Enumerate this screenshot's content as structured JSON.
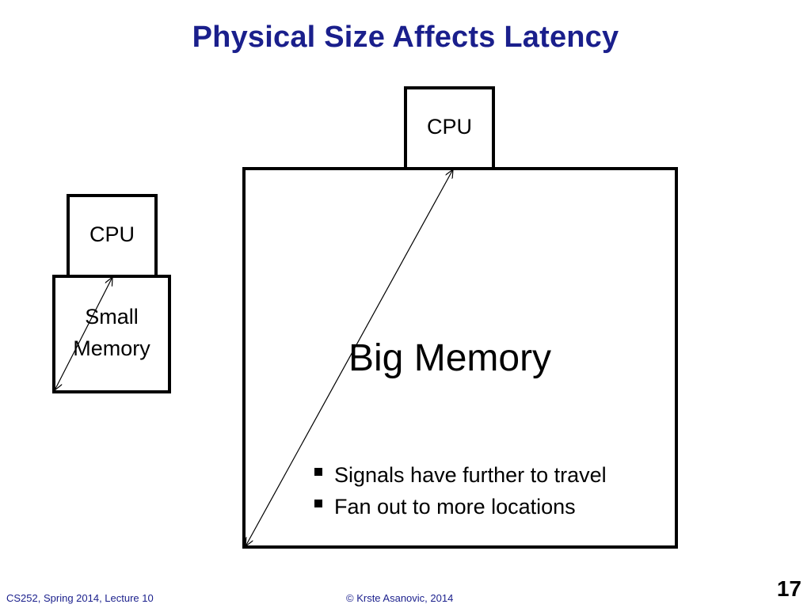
{
  "slide": {
    "title": "Physical Size Affects Latency"
  },
  "small_system": {
    "cpu_label": "CPU",
    "memory_label_line1": "Small",
    "memory_label_line2": "Memory"
  },
  "big_system": {
    "cpu_label": "CPU",
    "memory_label": "Big Memory",
    "bullets": [
      "Signals have further to travel",
      "Fan out to more locations"
    ]
  },
  "footer": {
    "course": "CS252, Spring 2014, Lecture 10",
    "copyright": "© Krste Asanovic, 2014",
    "page_number": "17"
  }
}
